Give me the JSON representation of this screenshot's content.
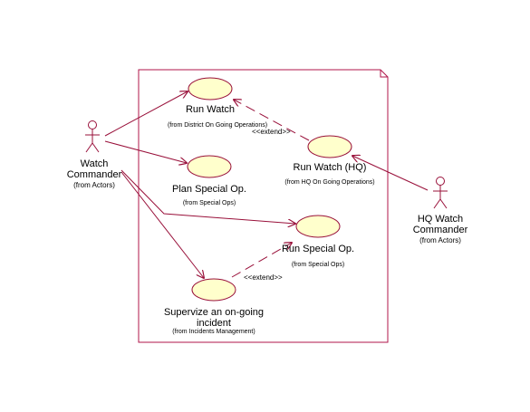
{
  "colors": {
    "line": "#99103a",
    "usecase_fill": "#ffffcc",
    "frame_border": "#b0154a",
    "text": "#000000"
  },
  "actors": {
    "watch_commander": {
      "name_line1": "Watch",
      "name_line2": "Commander",
      "origin": "(from Actors)"
    },
    "hq_watch_commander": {
      "name_line1": "HQ Watch",
      "name_line2": "Commander",
      "origin": "(from Actors)"
    }
  },
  "use_cases": {
    "run_watch": {
      "name": "Run Watch",
      "origin": "(from  District On Going Operations)"
    },
    "plan_special_op": {
      "name": "Plan Special Op.",
      "origin": "(from Special Ops)"
    },
    "run_watch_hq": {
      "name": "Run Watch (HQ)",
      "origin": "(from HQ On Going Operations)"
    },
    "run_special_op": {
      "name": "Run Special Op.",
      "origin": "(from Special Ops)"
    },
    "supervize_incident": {
      "name_line1": "Supervize an on-going",
      "name_line2": "incident",
      "origin": "(from Incidents Management)"
    }
  },
  "stereotypes": {
    "extend_top": "<<extend>>",
    "extend_bottom": "<<extend>>"
  }
}
